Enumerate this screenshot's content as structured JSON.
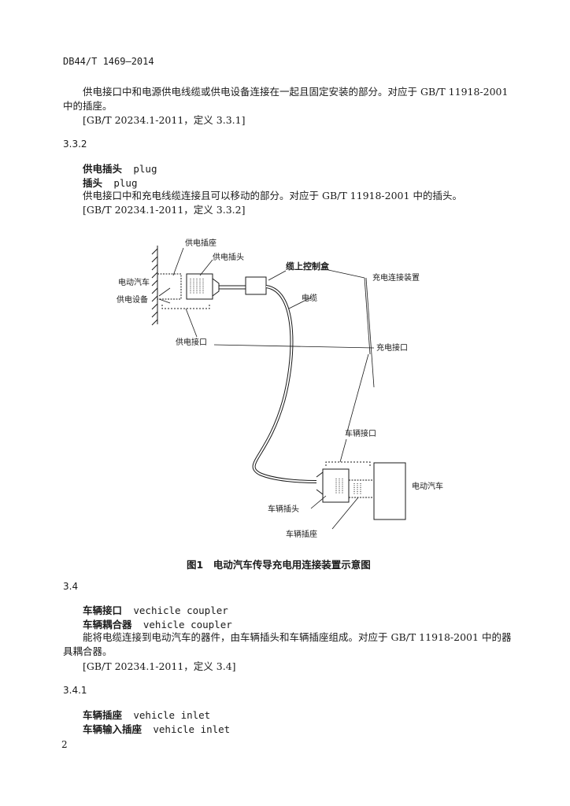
{
  "header": {
    "doc_id": "DB44/T 1469—2014"
  },
  "p1": {
    "line1": "供电接口中和电源供电线缆或供电设备连接在一起且固定安装的部分。对应于 GB/T 11918-2001",
    "line2": "中的插座。",
    "ref": "[GB/T 20234.1-2011，定义 3.3.1]"
  },
  "s332": {
    "num": "3.3.2",
    "term1_cn": "供电插头",
    "term1_en": "plug",
    "term2_cn": "插头",
    "term2_en": "plug",
    "def": "供电接口中和充电线缆连接且可以移动的部分。对应于 GB/T 11918-2001 中的插头。",
    "ref": "[GB/T 20234.1-2011，定义 3.3.2]"
  },
  "figure": {
    "labels": {
      "socket": "供电插座",
      "plug": "供电插头",
      "ev_left": "电动汽车",
      "supply_equipment": "供电设备",
      "control_box": "缆上控制盒",
      "charging_assembly": "充电连接装置",
      "cable": "电缆",
      "supply_interface": "供电接口",
      "charging_interface": "充电接口",
      "vehicle_coupler": "车辆接口",
      "ev_right": "电动汽车",
      "vehicle_connector": "车辆插头",
      "vehicle_inlet": "车辆插座"
    },
    "caption": "图1　电动汽车传导充电用连接装置示意图"
  },
  "s34": {
    "num": "3.4",
    "term1_cn": "车辆接口",
    "term1_en": "vechicle coupler",
    "term2_cn": "车辆耦合器",
    "term2_en": "vehicle coupler",
    "def_line1": "能将电缆连接到电动汽车的器件，由车辆插头和车辆插座组成。对应于 GB/T 11918-2001 中的器",
    "def_line2": "具耦合器。",
    "ref": "[GB/T 20234.1-2011，定义 3.4]"
  },
  "s341": {
    "num": "3.4.1",
    "term1_cn": "车辆插座",
    "term1_en": "vehicle inlet",
    "term2_cn": "车辆输入插座",
    "term2_en": "vehicle inlet"
  },
  "footer": {
    "page_number": "2"
  }
}
